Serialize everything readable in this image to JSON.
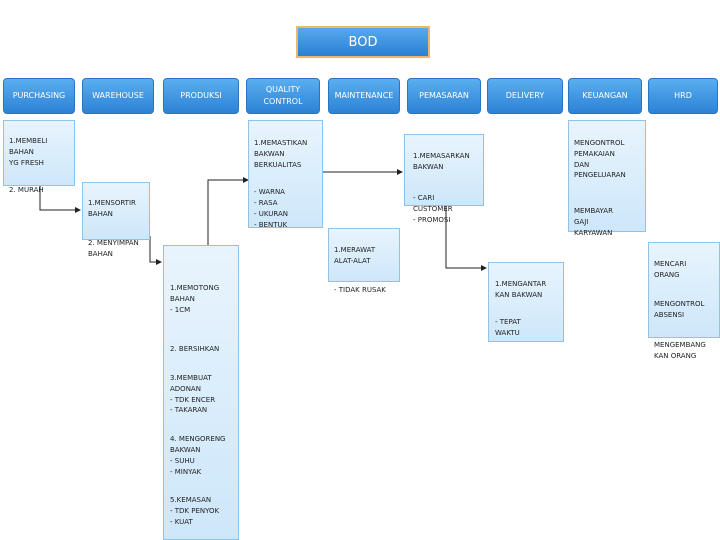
{
  "bod": {
    "label": "BOD"
  },
  "departments": [
    {
      "id": "purchasing",
      "label": "PURCHASING"
    },
    {
      "id": "warehouse",
      "label": "WAREHOUSE"
    },
    {
      "id": "produksi",
      "label": "PRODUKSI"
    },
    {
      "id": "quality-control",
      "label": "QUALITY\nCONTROL"
    },
    {
      "id": "maintenance",
      "label": "MAINTENANCE"
    },
    {
      "id": "pemasaran",
      "label": "PEMASARAN"
    },
    {
      "id": "delivery",
      "label": "DELIVERY"
    },
    {
      "id": "keuangan",
      "label": "KEUANGAN"
    },
    {
      "id": "hrd",
      "label": "HRD"
    }
  ],
  "tasks": {
    "purchasing": {
      "t1": "1.MEMBELI\n   BAHAN\n   YG FRESH",
      "t2": "2. MURAH"
    },
    "warehouse": {
      "t1": "1.MENSORTIR\n   BAHAN",
      "t2": "2. MENYIMPAN\n   BAHAN"
    },
    "produksi": {
      "t1": "1.MEMOTONG\n   BAHAN\n   - 1CM",
      "t2": "2. BERSIHKAN",
      "t3": "3.MEMBUAT\n   ADONAN\n   - TDK ENCER\n   - TAKARAN",
      "t4": "4. MENGORENG\n   BAKWAN\n   - SUHU\n   - MINYAK",
      "t5": "5.KEMASAN\n   - TDK PENYOK\n   - KUAT"
    },
    "quality_control": {
      "t1": "1.MEMASTIKAN\n   BAKWAN\n   BERKUALITAS",
      "t2": "- WARNA\n- RASA\n- UKURAN\n- BENTUK"
    },
    "maintenance": {
      "t1": "1.MERAWAT\n   ALAT-ALAT",
      "t2": "- TIDAK RUSAK"
    },
    "pemasaran": {
      "t1": "1.MEMASARKAN\n   BAKWAN",
      "t2": "- CARI\n  CUSTOMER\n- PROMOSI"
    },
    "delivery": {
      "t1": "1.MENGANTAR\n   KAN BAKWAN",
      "t2": "- TEPAT\n  WAKTU"
    },
    "keuangan": {
      "t1": "MENGONTROL\nPEMAKAIAN\nDAN\nPENGELUARAN",
      "t2": "MEMBAYAR\nGAJI\nKARYAWAN"
    },
    "hrd": {
      "t1": "MENCARI\nORANG",
      "t2": "MENGONTROL\nABSENSI",
      "t3": "MENGEMBANG\nKAN ORANG"
    }
  },
  "colors": {
    "dept_fill": "#3d94e2",
    "box_fill": "#ddeefb",
    "box_border": "#8ec3ea",
    "bod_border": "#e9b969"
  }
}
